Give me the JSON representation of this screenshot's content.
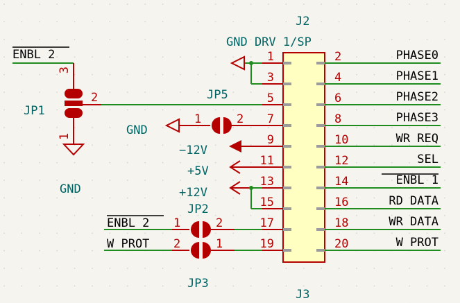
{
  "components": {
    "connector_ref": "J2",
    "connector_value": "J3",
    "jp1": "JP1",
    "jp2": "JP2",
    "jp3": "JP3",
    "jp5": "JP5"
  },
  "net_labels": {
    "gnd_drv": "GND DRV 1/SP",
    "enbl2_top": "ENBL 2",
    "gnd_jp1": "GND",
    "gnd_jp5": "GND",
    "v_neg12": "−12V",
    "v_pos5": "+5V",
    "v_pos12": "+12V",
    "enbl2_left": "ENBL 2",
    "wprot_left": "W PROT"
  },
  "pins_left": [
    "1",
    "3",
    "5",
    "7",
    "9",
    "11",
    "13",
    "15",
    "17",
    "19"
  ],
  "pins_right": [
    "2",
    "4",
    "6",
    "8",
    "10",
    "12",
    "14",
    "16",
    "18",
    "20"
  ],
  "signals_right": [
    "PHASE0",
    "PHASE1",
    "PHASE2",
    "PHASE3",
    "WR REQ",
    "SEL",
    "ENBL 1",
    "RD DATA",
    "WR DATA",
    "W PROT"
  ],
  "jumper_pins": {
    "jp1_top": "3",
    "jp1_side": "2",
    "jp1_bottom": "1",
    "jp5_left": "1",
    "jp5_right": "2",
    "jp2_left": "1",
    "jp2_right": "2",
    "jp3_left": "2",
    "jp3_right": "1"
  },
  "colors": {
    "label_teal": "#006363",
    "pin_red": "#b50000",
    "wire_green": "#1e8c1e",
    "body_yellow": "#ffffc2",
    "background": "#f5f4ef"
  }
}
